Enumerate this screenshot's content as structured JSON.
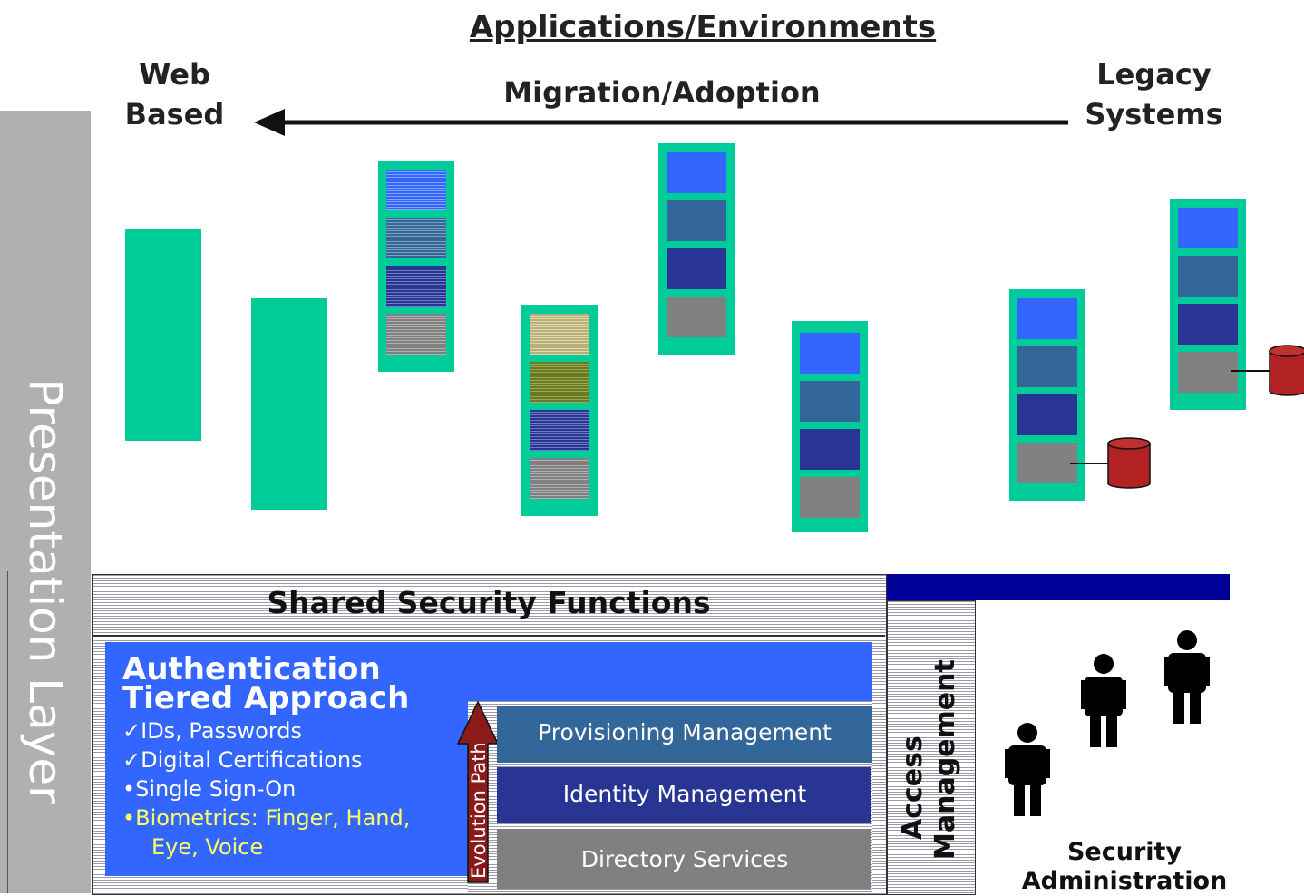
{
  "header": {
    "title": "Applications/Environments",
    "left_label": "Web\nBased",
    "arrow_label": "Migration/Adoption",
    "right_label": "Legacy\nSystems"
  },
  "sidebar": {
    "label": "Presentation Layer"
  },
  "security": {
    "shared_functions": "Shared Security Functions",
    "auth_title_1": "Authentication",
    "auth_title_2": "Tiered Approach",
    "items": [
      {
        "bullet": "✓",
        "text": "IDs, Passwords"
      },
      {
        "bullet": "✓",
        "text": "Digital Certifications"
      },
      {
        "bullet": "•",
        "text": "Single Sign-On"
      },
      {
        "bullet": "•",
        "text": "Biometrics: Finger, Hand,"
      },
      {
        "bullet": "",
        "text": "Eye, Voice"
      }
    ],
    "evolution_label": "Evolution Path",
    "layers": [
      "Provisioning Management",
      "Identity Management",
      "Directory Services"
    ],
    "access_label_1": "Access",
    "access_label_2": "Management",
    "admin_label": "Security Administration"
  },
  "colors": {
    "server": "#00cc99",
    "blue": "#3366ff",
    "steel": "#336699",
    "navy": "#283593",
    "gray": "#808080",
    "dark_navy_bar": "#000099",
    "evolution_arrow": "#8b1a1a",
    "biometrics_text": "#ffff66"
  },
  "icons": [
    "arrow-left-icon",
    "database-icon",
    "person-icon",
    "up-arrow-icon"
  ]
}
